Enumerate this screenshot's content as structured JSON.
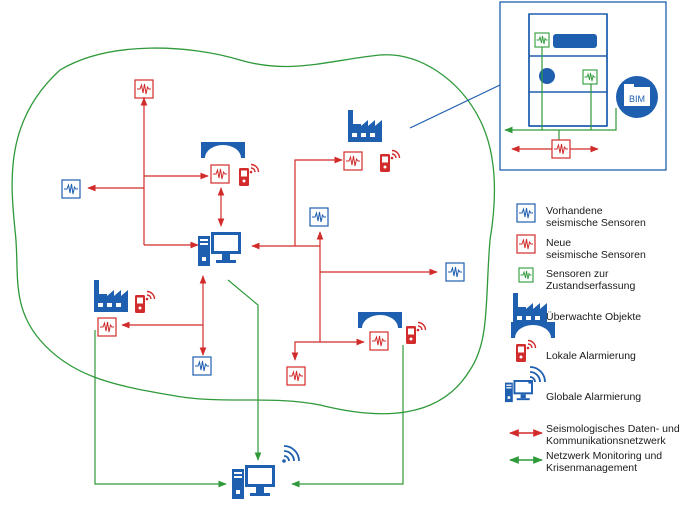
{
  "colors": {
    "blue": "#1f5fb0",
    "red": "#d22b2b",
    "green": "#2f9a3a",
    "outline": "#2f9a3a"
  },
  "inset": {
    "bim_label": "BIM"
  },
  "legend": [
    {
      "icon": "seismic-sensor-existing-icon",
      "label": "Vorhandene\nseismische Sensoren"
    },
    {
      "icon": "seismic-sensor-new-icon",
      "label": "Neue\nseismische Sensoren"
    },
    {
      "icon": "condition-sensor-icon",
      "label": "Sensoren zur\nZustandserfassung"
    },
    {
      "icon": "monitored-object-icon",
      "label": "Überwachte Objekte"
    },
    {
      "icon": "local-alarm-icon",
      "label": "Lokale Alarmierung"
    },
    {
      "icon": "global-alarm-icon",
      "label": "Globale Alarmierung"
    },
    {
      "icon": "red-double-arrow-icon",
      "label": "Seismologisches Daten- und\nKommunikationsnetzwerk"
    },
    {
      "icon": "green-double-arrow-icon",
      "label": "Netzwerk Monitoring und\nKrisenmanagement"
    }
  ]
}
